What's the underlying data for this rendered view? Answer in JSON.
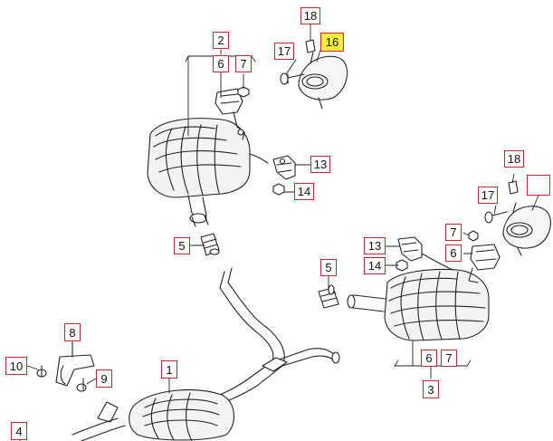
{
  "colors": {
    "callout_border": "#c8282a",
    "highlight_fill": "#f4ee3c",
    "line": "#222222",
    "part_fill": "#f3f3f3"
  },
  "callouts": {
    "c1": "1",
    "c2": "2",
    "c3": "3",
    "c4": "4",
    "c5a": "5",
    "c5b": "5",
    "c6a": "6",
    "c6b": "6",
    "c6c": "6",
    "c7a": "7",
    "c7b": "7",
    "c7c": "7",
    "c8": "8",
    "c9": "9",
    "c10": "10",
    "c13a": "13",
    "c13b": "13",
    "c14a": "14",
    "c14b": "14",
    "c16": "16",
    "c17a": "17",
    "c17b": "17",
    "c18a": "18",
    "c18b": "18",
    "c16b": ""
  },
  "highlighted_callout": "16"
}
